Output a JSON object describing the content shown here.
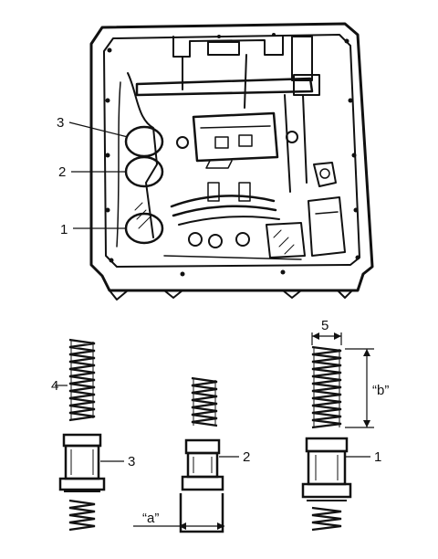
{
  "figure": {
    "callouts": {
      "valve_1": "1",
      "valve_2": "2",
      "valve_3": "3",
      "detail_spring": "4",
      "detail_width": "5",
      "detail_piston_3": "3",
      "detail_piston_2": "2",
      "detail_piston_1": "1"
    },
    "dimensions": {
      "diameter_a": "“a”",
      "length_b": "“b”"
    },
    "colors": {
      "ink": "#111111",
      "paper": "#ffffff"
    }
  }
}
